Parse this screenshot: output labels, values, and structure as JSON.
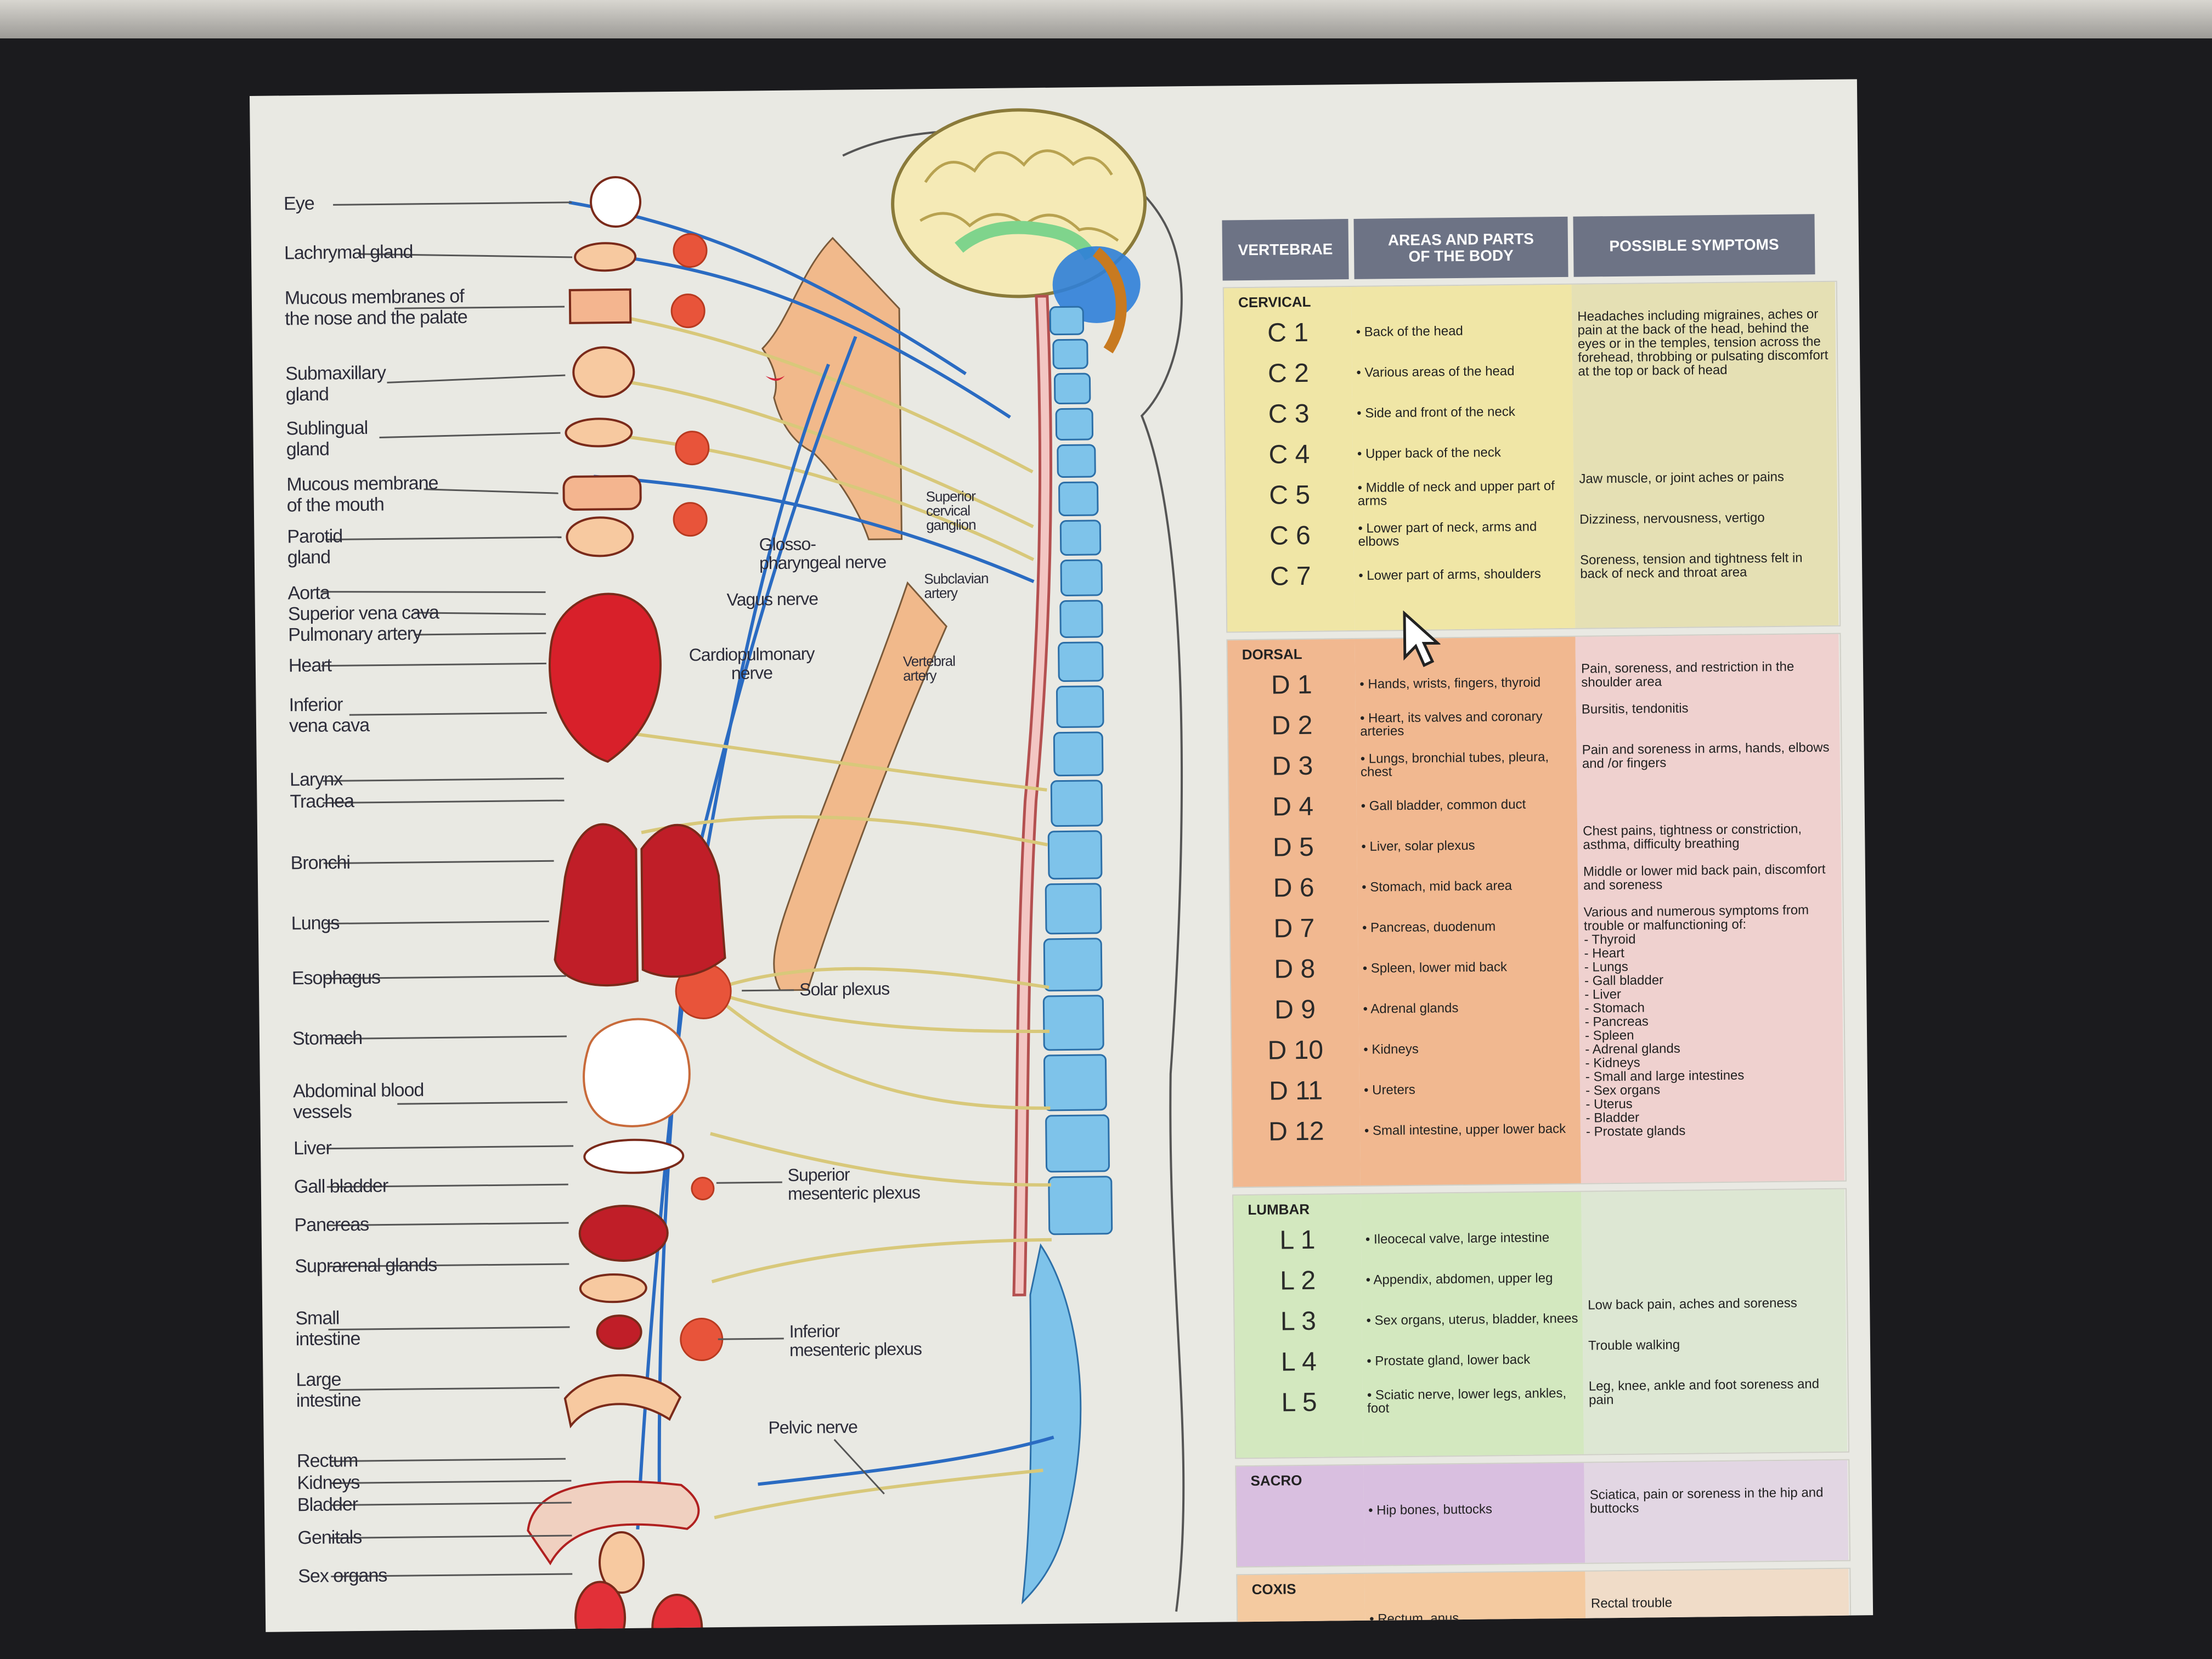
{
  "organs": [
    {
      "label": "Eye"
    },
    {
      "label": "Lachrymal gland"
    },
    {
      "label": "Mucous membranes of\nthe nose and the palate"
    },
    {
      "label": "Submaxillary\ngland"
    },
    {
      "label": "Sublingual\ngland"
    },
    {
      "label": "Mucous membrane\nof the mouth"
    },
    {
      "label": "Parotid\ngland"
    },
    {
      "label": "Aorta"
    },
    {
      "label": "Superior vena cava"
    },
    {
      "label": "Pulmonary artery"
    },
    {
      "label": "Heart"
    },
    {
      "label": "Inferior\nvena cava"
    },
    {
      "label": "Larynx"
    },
    {
      "label": "Trachea"
    },
    {
      "label": "Bronchi"
    },
    {
      "label": "Lungs"
    },
    {
      "label": "Esophagus"
    },
    {
      "label": "Stomach"
    },
    {
      "label": "Abdominal blood\nvessels"
    },
    {
      "label": "Liver"
    },
    {
      "label": "Gall bladder"
    },
    {
      "label": "Pancreas"
    },
    {
      "label": "Suprarenal glands"
    },
    {
      "label": "Small\nintestine"
    },
    {
      "label": "Large\nintestine"
    },
    {
      "label": "Rectum"
    },
    {
      "label": "Kidneys"
    },
    {
      "label": "Bladder"
    },
    {
      "label": "Genitals"
    },
    {
      "label": "Sex organs"
    }
  ],
  "nerve_labels": {
    "superior_cervical_ganglion": "Superior\ncervical\nganglion",
    "glossopharyngeal": "Glosso-\npharyngeal nerve",
    "vagus": "Vagus nerve",
    "subclavian": "Subclavian\nartery",
    "cardiopulmonary": "Cardiopulmonary\nnerve",
    "vertebral_artery": "Vertebral\nartery",
    "solar_plexus": "Solar plexus",
    "superior_mesenteric": "Superior\nmesenteric plexus",
    "inferior_mesenteric": "Inferior\nmesenteric plexus",
    "pelvic_nerve": "Pelvic nerve"
  },
  "table": {
    "headers": {
      "vertebrae": "Vertebrae",
      "areas": "Areas and parts\nof the body",
      "symptoms": "Possible symptoms"
    },
    "sections": [
      {
        "name": "CERVICAL",
        "color": "#f0e6a6",
        "color2": "#e5e0b4",
        "vertebrae": [
          "C 1",
          "C 2",
          "C 3",
          "C 4",
          "C 5",
          "C 6",
          "C 7"
        ],
        "areas": [
          "• Back of the head",
          "• Various areas of the head",
          "• Side and front of the neck",
          "• Upper back of the neck",
          "• Middle of neck and upper part of arms",
          "• Lower part of neck, arms and elbows",
          "• Lower part of arms, shoulders"
        ],
        "symptoms": [
          {
            "text": "Headaches including migraines, aches or pain at the back of the head, behind the eyes or in the temples, tension across the forehead, throbbing or pulsating discomfort at the top or back of head",
            "row": 0
          },
          {
            "text": "Jaw muscle, or joint aches or pains",
            "row": 4
          },
          {
            "text": "Dizziness, nervousness, vertigo",
            "row": 5
          },
          {
            "text": "Soreness, tension and tightness felt in back of neck and throat area",
            "row": 6
          }
        ]
      },
      {
        "name": "DORSAL",
        "color": "#f1b890",
        "color2": "#efd1cf",
        "vertebrae": [
          "D 1",
          "D 2",
          "D 3",
          "D 4",
          "D 5",
          "D 6",
          "D 7",
          "D 8",
          "D 9",
          "D 10",
          "D 11",
          "D 12"
        ],
        "areas": [
          "• Hands, wrists, fingers, thyroid",
          "• Heart, its valves and coronary arteries",
          "• Lungs, bronchial tubes, pleura, chest",
          "• Gall bladder, common duct",
          "• Liver, solar plexus",
          "• Stomach, mid back area",
          "• Pancreas, duodenum",
          "• Spleen, lower mid back",
          "• Adrenal glands",
          "• Kidneys",
          "• Ureters",
          "• Small intestine, upper lower back"
        ],
        "symptoms": [
          {
            "text": "Pain, soreness, and restriction in the shoulder area",
            "row": 0
          },
          {
            "text": "Bursitis, tendonitis",
            "row": 1
          },
          {
            "text": "Pain and soreness in arms, hands, elbows and /or fingers",
            "row": 2
          },
          {
            "text": "Chest pains, tightness or constriction, asthma, difficulty breathing",
            "row": 4
          },
          {
            "text": "Middle or lower mid back pain, discomfort and soreness",
            "row": 5
          },
          {
            "text": "Various and numerous symptoms from trouble or malfunctioning of:\n- Thyroid\n- Heart\n- Lungs\n- Gall bladder\n- Liver\n- Stomach\n- Pancreas\n- Spleen\n- Adrenal glands\n- Kidneys\n- Small and large intestines\n- Sex organs\n- Uterus\n- Bladder\n- Prostate glands",
            "row": 6
          }
        ]
      },
      {
        "name": "LUMBAR",
        "color": "#d3e8bf",
        "color2": "#dde7d3",
        "vertebrae": [
          "L 1",
          "L 2",
          "L 3",
          "L 4",
          "L 5"
        ],
        "areas": [
          "• Ileocecal valve, large intestine",
          "• Appendix, abdomen, upper leg",
          "• Sex organs, uterus, bladder, knees",
          "• Prostate gland, lower back",
          "• Sciatic nerve, lower legs, ankles, foot"
        ],
        "symptoms": [
          {
            "text": "Low back pain, aches and soreness",
            "row": 2
          },
          {
            "text": "Trouble walking",
            "row": 3
          },
          {
            "text": "Leg, knee, ankle and foot soreness and pain",
            "row": 4
          }
        ]
      },
      {
        "name": "SACRO",
        "color": "#d9bfe0",
        "color2": "#e2d6e3",
        "vertebrae": [
          ""
        ],
        "areas": [
          "• Hip bones, buttocks"
        ],
        "symptoms": [
          {
            "text": "Sciatica, pain or soreness in the hip and buttocks",
            "row": 0
          }
        ]
      },
      {
        "name": "COXIS",
        "color": "#f4caa0",
        "color2": "#f0dcc8",
        "vertebrae": [
          ""
        ],
        "areas": [
          "• Rectum, anus"
        ],
        "symptoms": [
          {
            "text": "Rectal trouble",
            "row": 0
          }
        ]
      }
    ]
  }
}
